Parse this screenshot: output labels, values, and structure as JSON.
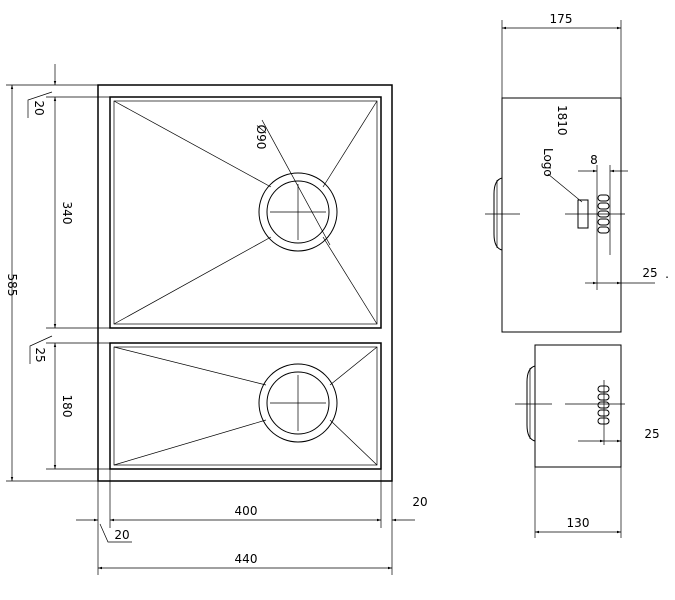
{
  "front_view": {
    "dims": {
      "total_height": "585",
      "top_border": "20",
      "upper_bowl_height": "340",
      "middle_border": "25",
      "lower_bowl_height": "180",
      "inner_width": "400",
      "side_border_left": "20",
      "side_border_right": "20",
      "total_width": "440",
      "drain_diameter": "Ø90"
    }
  },
  "side_view": {
    "dims": {
      "upper_depth": "175",
      "lower_depth": "130",
      "overflow_width": "8",
      "upper_overflow_offset": "25",
      "lower_overflow_offset": "25"
    },
    "labels": {
      "model": "1810",
      "logo": "Logo"
    }
  },
  "misc": {
    "dot": "."
  }
}
